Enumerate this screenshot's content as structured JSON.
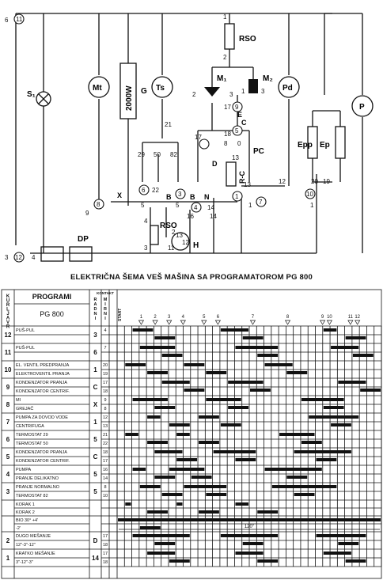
{
  "schematic": {
    "caption": "ELEKTRIČNA ŠEMA VEŠ MAŠINA SA PROGRAMATOROM PG 800",
    "components": {
      "s1": "S₁",
      "mt": "Mt",
      "heater": "2000W",
      "g": "G",
      "ts": "Ts",
      "rso_top": "RSO",
      "m1": "M₁",
      "m2": "M₂",
      "pd": "Pd",
      "p": "P",
      "epp": "Epp",
      "ep": "Ep",
      "pc": "PC",
      "rc": "R-C",
      "c": "C",
      "e": "E",
      "x": "X",
      "rso_bot": "RSO",
      "h": "H",
      "dp": "DP",
      "d": "D",
      "b1": "B",
      "b2": "B",
      "n": "N"
    },
    "nodes": {
      "n6": "6",
      "n11": "11",
      "n3": "3",
      "n12": "12",
      "n4": "4",
      "t1": "1",
      "t2": "2",
      "m1_2": "2",
      "m1_3": "3",
      "m2_1": "1",
      "m2_3": "3",
      "n21": "21",
      "n29": "29",
      "n50": "50",
      "n82": "82",
      "n17": "17",
      "n9": "9",
      "n5": "5",
      "c17": "17",
      "c18": "18",
      "c8": "8",
      "c0": "0",
      "c13": "13",
      "k6": "6",
      "k22": "22",
      "k5a": "5",
      "k3": "3",
      "k5b": "5",
      "k4": "4",
      "k14": "14",
      "k16": "16",
      "k13": "13",
      "k12": "12",
      "k1": "1",
      "k7": "7",
      "k20": "20",
      "k19": "19",
      "k10": "10",
      "k8": "8",
      "k9": "9",
      "r4": "4",
      "r3": "3",
      "r13": "13",
      "r11": "11",
      "h2": "2",
      "h12": "12",
      "k14b": "14",
      "k1b": "1",
      "k1c": "1"
    }
  },
  "table": {
    "headers": {
      "kurlja": "K U R L J A V R",
      "programi": "PROGRAMI",
      "pg800": "PG 800",
      "kontakt": "KONTAKT",
      "radni": "R A D N I",
      "mirni": "M I R N I",
      "start": "START"
    },
    "markers": [
      "1",
      "2",
      "3",
      "4",
      "5",
      "6",
      "7",
      "8",
      "9",
      "10",
      "11",
      "12"
    ],
    "rows": [
      {
        "k": "12",
        "prog": "PUŠ-PUL",
        "c": "3",
        "r": [
          "4"
        ]
      },
      {
        "k": "11",
        "prog": "PUŠ-PUL",
        "c": "6",
        "r": [
          "7"
        ]
      },
      {
        "k": "10",
        "prog": "EL. VENTIL PREDPRANJA|ELEKTROVENTIL PRANJA",
        "c": "1",
        "r": [
          "20",
          "19"
        ]
      },
      {
        "k": "9",
        "prog": "KONDENZATOR PRANJA|KONDENZATOR CENTRIF.",
        "c": "C",
        "r": [
          "17",
          "18"
        ]
      },
      {
        "k": "8",
        "prog": "MI|GREJAČ",
        "c": "X",
        "r": [
          "9",
          "8"
        ]
      },
      {
        "k": "7",
        "prog": "PUMPA ZA DOVOD VODE|CENTRIFUGA",
        "c": "1",
        "r": [
          "12",
          "13"
        ]
      },
      {
        "k": "6",
        "prog": "TERMOSTAT 29|TERMOSTAT 50",
        "c": "5",
        "r": [
          "21",
          "22"
        ]
      },
      {
        "k": "5",
        "prog": "KONDENZATOR PRANJA|KONDENZATOR CENTRIF.",
        "c": "C",
        "r": [
          "18",
          "17"
        ]
      },
      {
        "k": "4",
        "prog": "PUMPA|PRANJE DELIKATNO",
        "c": "5",
        "r": [
          "16",
          "14"
        ]
      },
      {
        "k": "3",
        "prog": "PRANJE NORMALNO|TERMOSTAT 82",
        "c": "5",
        "r": [
          "8",
          "10"
        ]
      },
      {
        "k": "",
        "prog": "KORAK 1|KORAK 2",
        "c": "",
        "r": [
          "",
          ""
        ]
      },
      {
        "k": "",
        "prog": "BIO 30° +4'|-2'",
        "c": "",
        "r": [
          "",
          ""
        ]
      },
      {
        "k": "2",
        "prog": "DUGO MEŠANJE|12\"-3\"-12\"",
        "c": "D",
        "r": [
          "17",
          "18"
        ]
      },
      {
        "k": "1",
        "prog": "KRATKO MEŠANJE|3\"-12\"-3\"",
        "c": "14",
        "r": [
          "17",
          "18"
        ]
      }
    ],
    "bio_duration": "120''"
  }
}
